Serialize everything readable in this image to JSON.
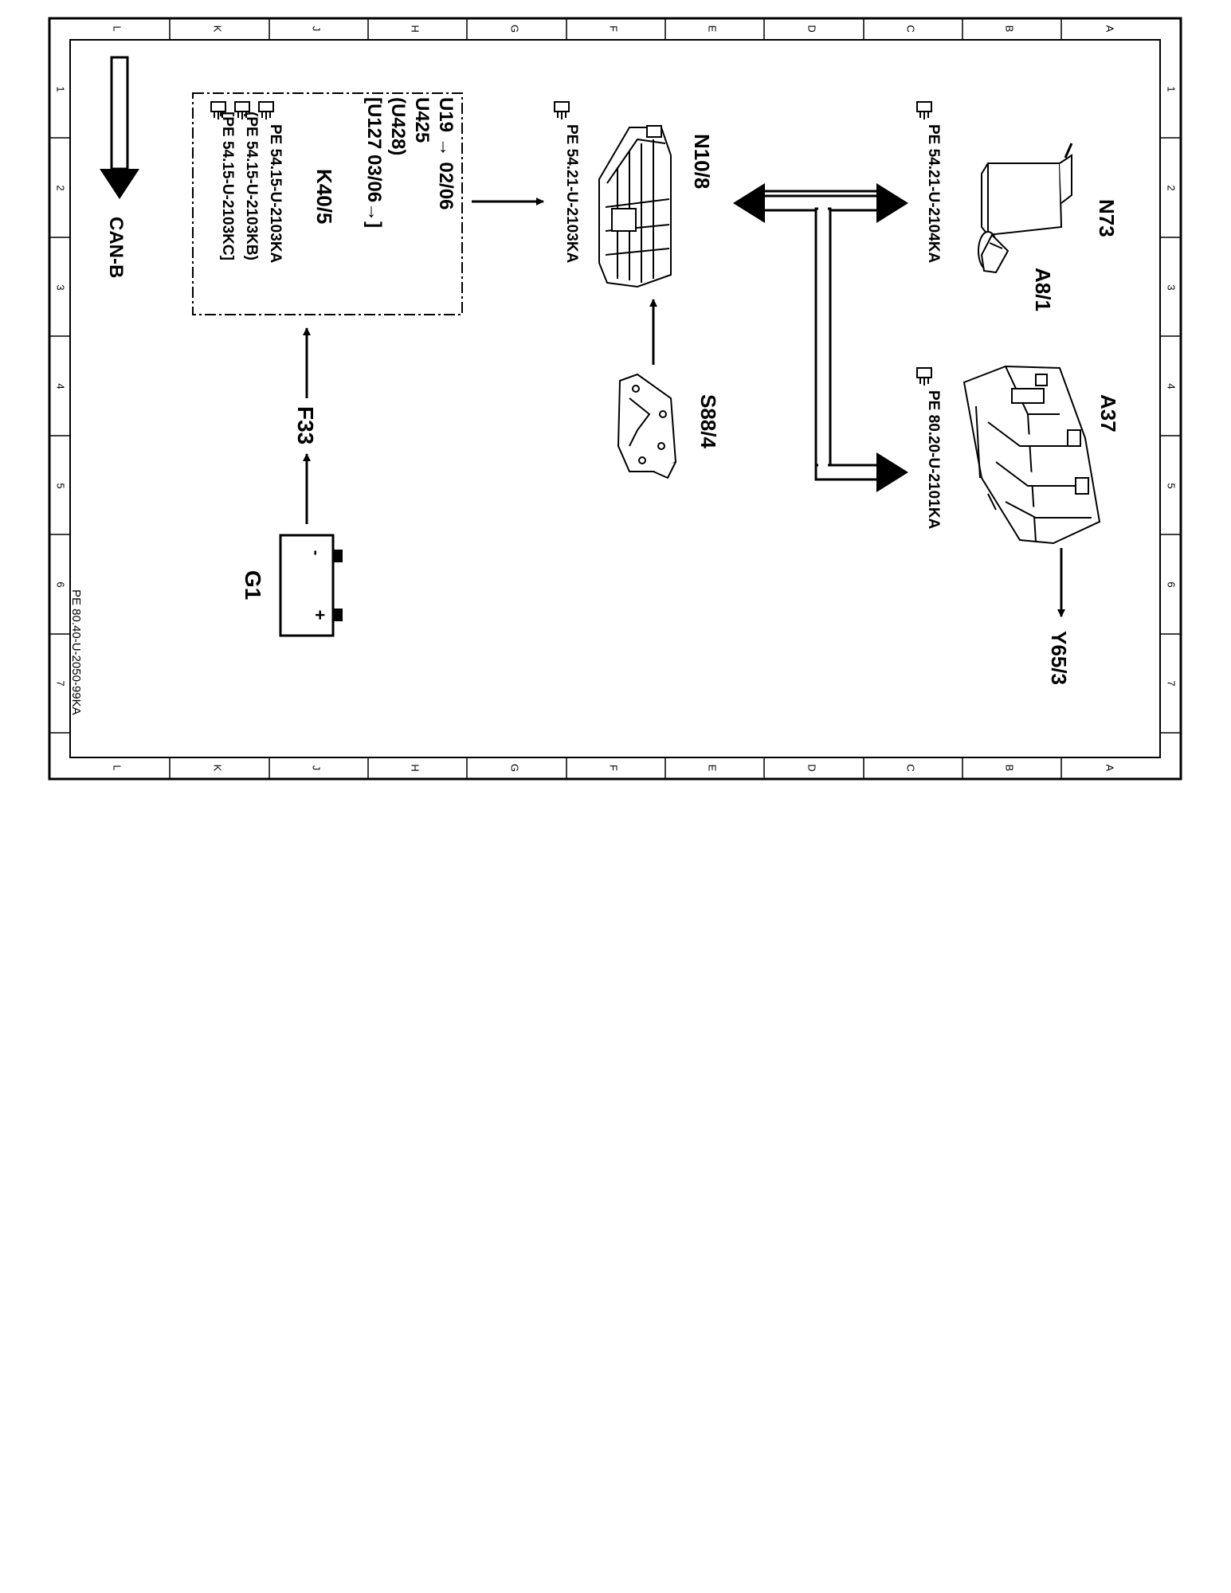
{
  "grid": {
    "letters": [
      "L",
      "K",
      "J",
      "H",
      "G",
      "F",
      "E",
      "D",
      "C",
      "B",
      "A"
    ],
    "numbers": [
      "1",
      "2",
      "3",
      "4",
      "5",
      "6",
      "7"
    ]
  },
  "labels": {
    "can_b": "CAN-B",
    "k40_5": "K40/5",
    "k40_line1": "U19 → 02/06",
    "k40_line2": "U425",
    "k40_line3": "(U428)",
    "k40_line4": "[U127 03/06→]",
    "k40_ref1": "PE  54.15-U-2103KA",
    "k40_ref2": "(PE  54.15-U-2103KB)",
    "k40_ref3": "[PE  54.15-U-2103KC]",
    "f33": "F33",
    "g1": "G1",
    "g1_minus": "-",
    "g1_plus": "+",
    "n10_8": "N10/8",
    "n10_ref": "PE  54.21-U-2103KA",
    "s88_4": "S88/4",
    "n73": "N73",
    "a8_1": "A8/1",
    "n73_ref": "PE  54.21-U-2104KA",
    "a37": "A37",
    "a37_ref": "PE  80.20-U-2101KA",
    "y65_3": "Y65/3",
    "sheet_id": "PE 80.40-U-2050-99KA"
  }
}
